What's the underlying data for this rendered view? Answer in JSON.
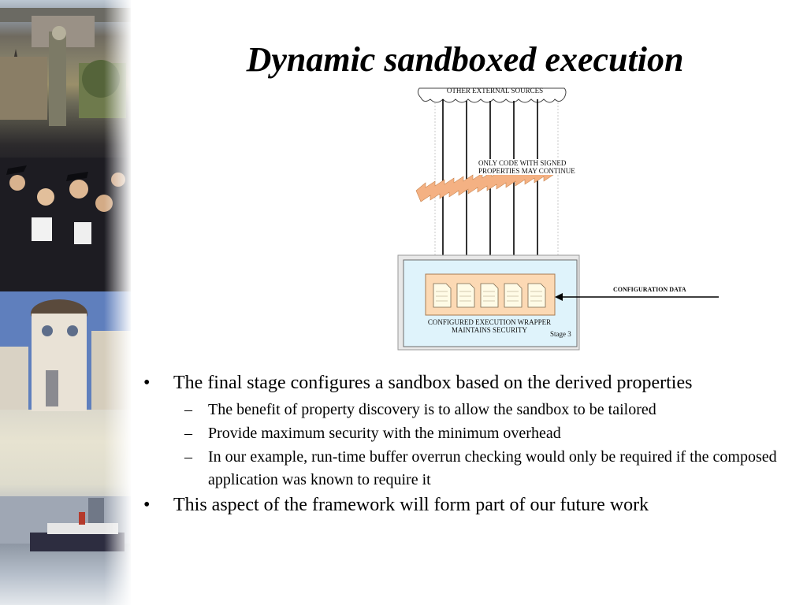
{
  "slide": {
    "title": "Dynamic sandboxed execution"
  },
  "diagram": {
    "cloud_label": "OTHER EXTERNAL SOURCES",
    "signed_note": [
      "ONLY CODE WITH SIGNED",
      "PROPERTIES MAY CONTINUE"
    ],
    "wrapper_label": [
      "CONFIGURED EXECUTION WRAPPER",
      "MAINTAINS SECURITY"
    ],
    "stage_label": "Stage 3",
    "config_label": "CONFIGURATION DATA",
    "colors": {
      "sandbox_fill": "#dff3fb",
      "module_fill": "#fcd9b4",
      "lightning": "#f4b183",
      "document": "#fffbe6"
    }
  },
  "bullets": {
    "items": [
      {
        "text": "The final stage configures a sandbox based on the derived properties",
        "sub": [
          "The benefit of property discovery is to allow the sandbox to be tailored",
          "Provide maximum security with the minimum overhead",
          "In our example, run-time buffer overrun checking would only be required if the composed application was known to require it"
        ]
      },
      {
        "text": "This aspect of the framework will form part of our future work",
        "sub": []
      }
    ],
    "marker_l1": "•",
    "marker_l2": "–"
  }
}
